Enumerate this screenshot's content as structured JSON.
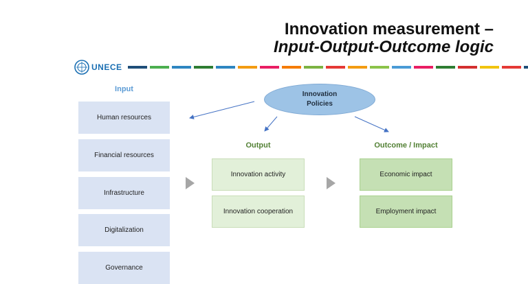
{
  "title": {
    "line1": "Innovation measurement –",
    "line2": "Input-Output-Outcome logic"
  },
  "logo": {
    "text": "UNECE",
    "icon": "un-emblem-icon"
  },
  "sdg_colors": [
    "#1f4e79",
    "#4caf50",
    "#2e86c1",
    "#2e7d32",
    "#2e86c1",
    "#f39c12",
    "#e91e63",
    "#f57c00",
    "#7cb342",
    "#e53935",
    "#f39c12",
    "#8bc34a",
    "#4a9bd6",
    "#e91e63",
    "#2e7d32",
    "#d32f2f",
    "#f1c40f",
    "#e53935",
    "#1f4e79"
  ],
  "policies": {
    "label": "Innovation Policies"
  },
  "input": {
    "title": "Input",
    "items": [
      "Human resources",
      "Financial resources",
      "Infrastructure",
      "Digitalization",
      "Governance"
    ]
  },
  "output": {
    "title": "Output",
    "items": [
      "Innovation activity",
      "Innovation cooperation"
    ]
  },
  "outcome": {
    "title": "Outcome / Impact",
    "items": [
      "Economic impact",
      "Employment impact"
    ]
  },
  "colors": {
    "input_title": "#5b9bd5",
    "output_title": "#538135",
    "input_box": "#dae3f3",
    "output_box": "#e2f0d9",
    "outcome_box": "#c5e0b4",
    "policies_ellipse": "#9dc3e6",
    "arrow": "#4472c4"
  }
}
